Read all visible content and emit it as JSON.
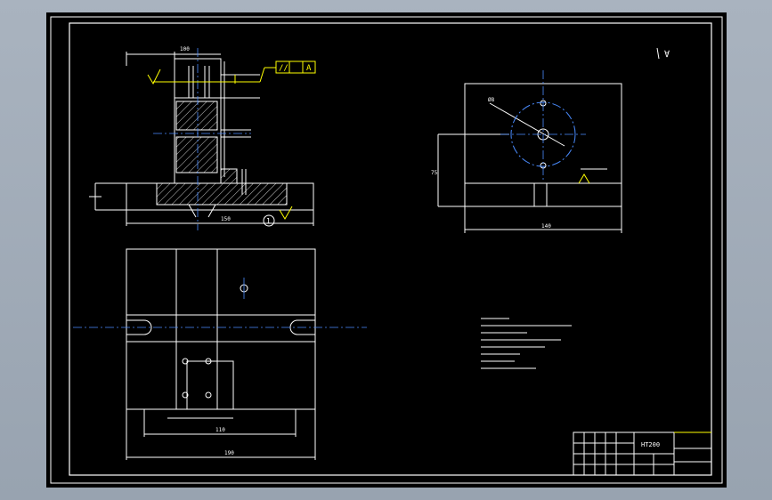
{
  "colors": {
    "background": "#000000",
    "frame": "#ffffff",
    "hatch": "#ffffff",
    "centerline": "#4a8cff",
    "dimension": "#ffffff",
    "highlight": "#ffff00",
    "outer": "#a9b3bf"
  },
  "drawing": {
    "roughness_symbol": "∀",
    "gdt_symbol": "//",
    "datum_letter": "A",
    "title_block_material": "HT200",
    "dim_width_front": "100",
    "dim_base_width": "150",
    "dim_plan_width": "190",
    "dim_plan_inner": "110",
    "dim_side_width": "140",
    "dim_side_height": "75",
    "dim_side_hole": "Ø8",
    "balloon_number": "1"
  }
}
